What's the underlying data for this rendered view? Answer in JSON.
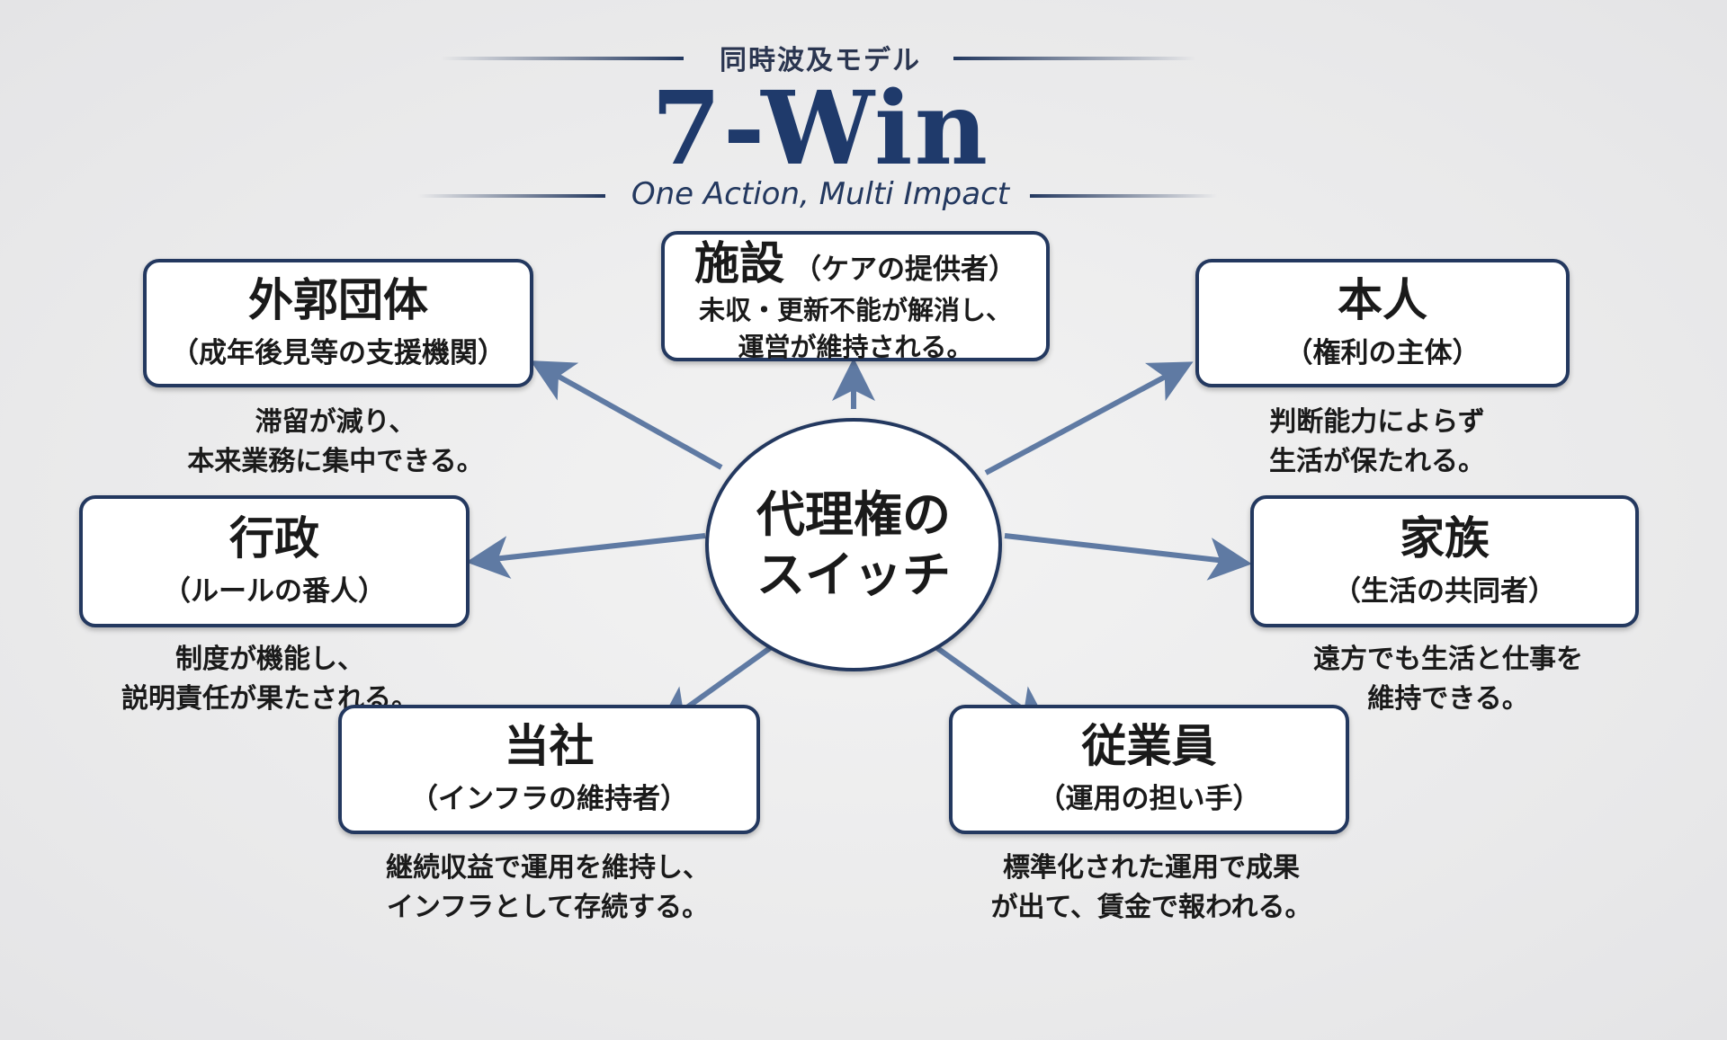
{
  "header": {
    "kicker": "同時波及モデル",
    "title": "7-Win",
    "tagline": "One Action, Multi Impact"
  },
  "hub": {
    "line1": "代理権の",
    "line2": "スイッチ"
  },
  "nodes": {
    "facility": {
      "title": "施設",
      "role": "（ケアの提供者）",
      "caption1": "未収・更新不能が解消し、",
      "caption2": "運営が維持される。"
    },
    "external": {
      "title": "外郭団体",
      "role": "（成年後見等の支援機関）",
      "caption1": "滞留が減り、",
      "caption2": "本来業務に集中できる。"
    },
    "person": {
      "title": "本人",
      "role": "（権利の主体）",
      "caption1": "判断能力によらず",
      "caption2": "生活が保たれる。"
    },
    "government": {
      "title": "行政",
      "role": "（ルールの番人）",
      "caption1": "制度が機能し、",
      "caption2": "説明責任が果たされる。"
    },
    "family": {
      "title": "家族",
      "role": "（生活の共同者）",
      "caption1": "遠方でも生活と仕事を",
      "caption2": "維持できる。"
    },
    "company": {
      "title": "当社",
      "role": "（インフラの維持者）",
      "caption1": "継続収益で運用を維持し、",
      "caption2": "インフラとして存続する。"
    },
    "employee": {
      "title": "従業員",
      "role": "（運用の担い手）",
      "caption1": "標準化された運用で成果",
      "caption2": "が出て、賃金で報われる。"
    }
  },
  "colors": {
    "navy": "#23385f",
    "title": "#1f3a6b",
    "arrow": "#5f7aa3",
    "background": "#ebebeb"
  }
}
